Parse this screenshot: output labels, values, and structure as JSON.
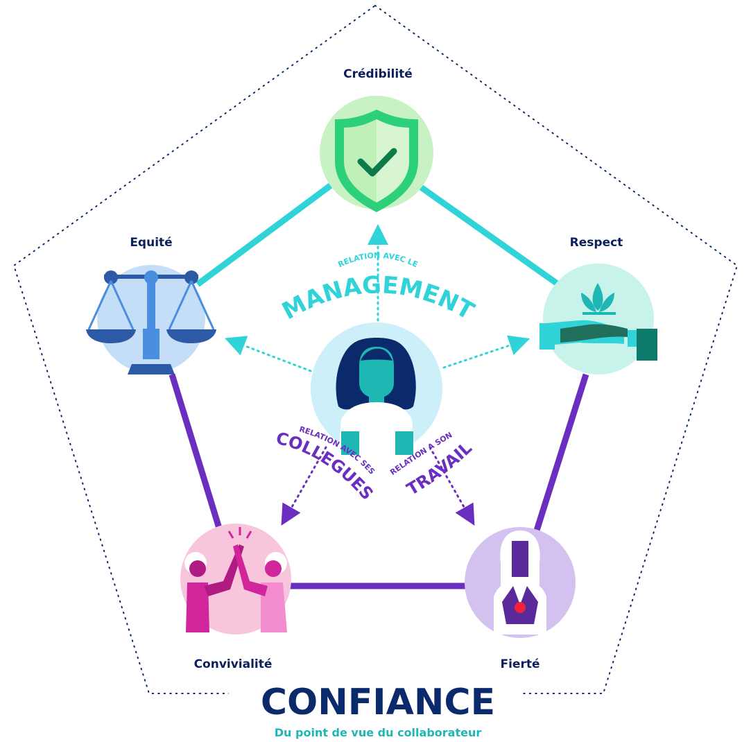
{
  "nodes": {
    "credibilite": "Crédibilité",
    "equite": "Equité",
    "respect": "Respect",
    "convivialite": "Convivialité",
    "fierte": "Fierté"
  },
  "relations": {
    "management_small": "RELATION AVEC LE",
    "management_big": "MANAGEMENT",
    "collegues_small": "RELATION AVEC SES",
    "collegues_big": "COLLEGUES",
    "travail_small": "RELATION A SON",
    "travail_big": "TRAVAIL"
  },
  "footer": {
    "title": "CONFIANCE",
    "subtitle": "Du point de vue du collaborateur"
  },
  "colors": {
    "navy": "#0b2a6b",
    "teal": "#2fd3d8",
    "purple": "#6a2fc0",
    "green_light": "#c9f2c4",
    "blue_light": "#c5def8",
    "teal_light": "#c8f3ea",
    "pink_light": "#f7c6dd",
    "violet_light": "#d3c1f0",
    "center_light": "#cdeffa"
  }
}
